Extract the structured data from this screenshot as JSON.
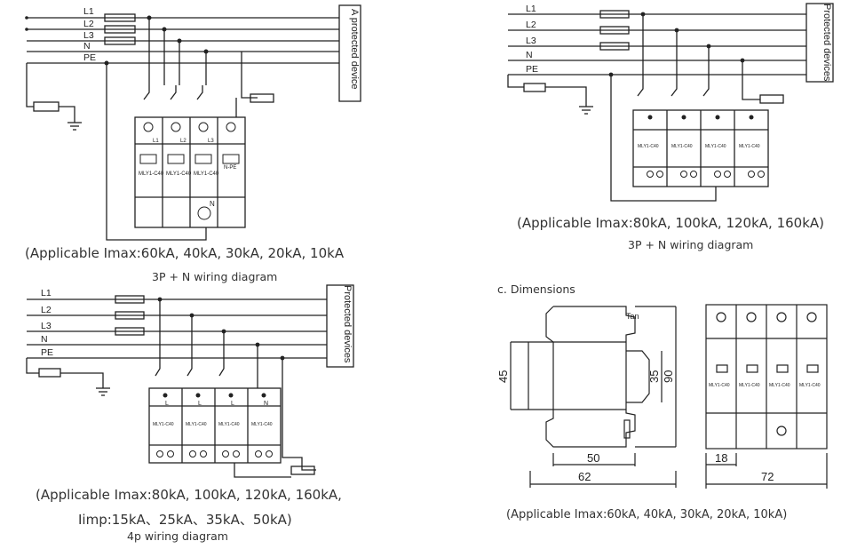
{
  "lines": {
    "l1": "L1",
    "l2": "L2",
    "l3": "L3",
    "n": "N",
    "pe": "PE"
  },
  "device_box": {
    "top_left": "A protected device",
    "top_right": "Protected devices",
    "bottom_left": "Protected devices"
  },
  "module": {
    "model": "MLY1-C40",
    "npe_label": "N-PE",
    "terminal_labels": [
      "L1",
      "L2",
      "L3"
    ],
    "n_mark": "N",
    "ground_mark": "⏚",
    "b4_marks": [
      "L",
      "L",
      "L",
      "N"
    ]
  },
  "captions": {
    "top_left_imax": "(Applicable Imax:60kA, 40kA, 30kA, 20kA, 10kA",
    "top_left_title": "3P + N wiring diagram",
    "top_right_imax": "(Applicable Imax:80kA, 100kA, 120kA, 160kA)",
    "top_right_title": "3P + N wiring diagram",
    "bottom_left_imax_1": "(Applicable Imax:80kA, 100kA, 120kA, 160kA,",
    "bottom_left_imax_2": "Iimp:15kA、25kA、35kA、50kA)",
    "bottom_left_title": "4p wiring diagram",
    "dimensions_title": "c. Dimensions",
    "dimensions_imax": "(Applicable Imax:60kA, 40kA, 30kA, 20kA, 10kA)"
  },
  "dimensions": {
    "height_45": "45",
    "height_35": "35",
    "height_90": "90",
    "width_50": "50",
    "width_62": "62",
    "width_18": "18",
    "width_72": "72",
    "rail_note": "Tan"
  }
}
